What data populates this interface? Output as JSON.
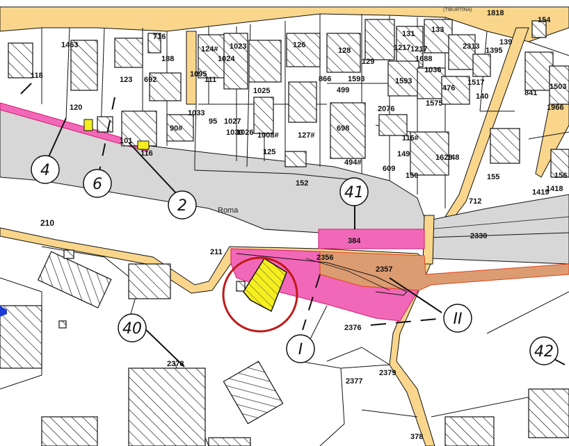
{
  "map": {
    "top_road_label": "(TIBURTINA)",
    "street_label": "Roma",
    "colors": {
      "road": "#f9d68b",
      "street": "#d7d7d7",
      "pink_area": "#f268b8",
      "brown_area": "#dc9c72",
      "yellow_parcel": "#f5ef1f",
      "highlight_ring": "#c01818",
      "outline": "#111111"
    },
    "circle_labels": [
      "4",
      "6",
      "2",
      "41",
      "40",
      "I",
      "II",
      "42"
    ],
    "parcel_numbers": [
      "1463",
      "118",
      "716",
      "188",
      "123",
      "692",
      "124#",
      "1023",
      "1024",
      "1025",
      "1095",
      "111",
      "126",
      "128",
      "1593",
      "866",
      "499",
      "129",
      "1217",
      "1688",
      "131",
      "133",
      "2313",
      "1395",
      "139",
      "154",
      "1818",
      "140",
      "1517",
      "1593",
      "1575",
      "476",
      "2076",
      "116#",
      "149",
      "1628",
      "148",
      "150",
      "609",
      "155",
      "156",
      "1418",
      "1419",
      "841",
      "1503",
      "1966",
      "120",
      "101",
      "116",
      "90#",
      "95",
      "1027",
      "1026",
      "1008#",
      "125",
      "127#",
      "698",
      "494#",
      "152",
      "712",
      "210",
      "211",
      "384",
      "2356",
      "2357",
      "2330",
      "2376",
      "2378",
      "2377",
      "2379",
      "378",
      "1030",
      "1033",
      "1036",
      "1217"
    ]
  }
}
